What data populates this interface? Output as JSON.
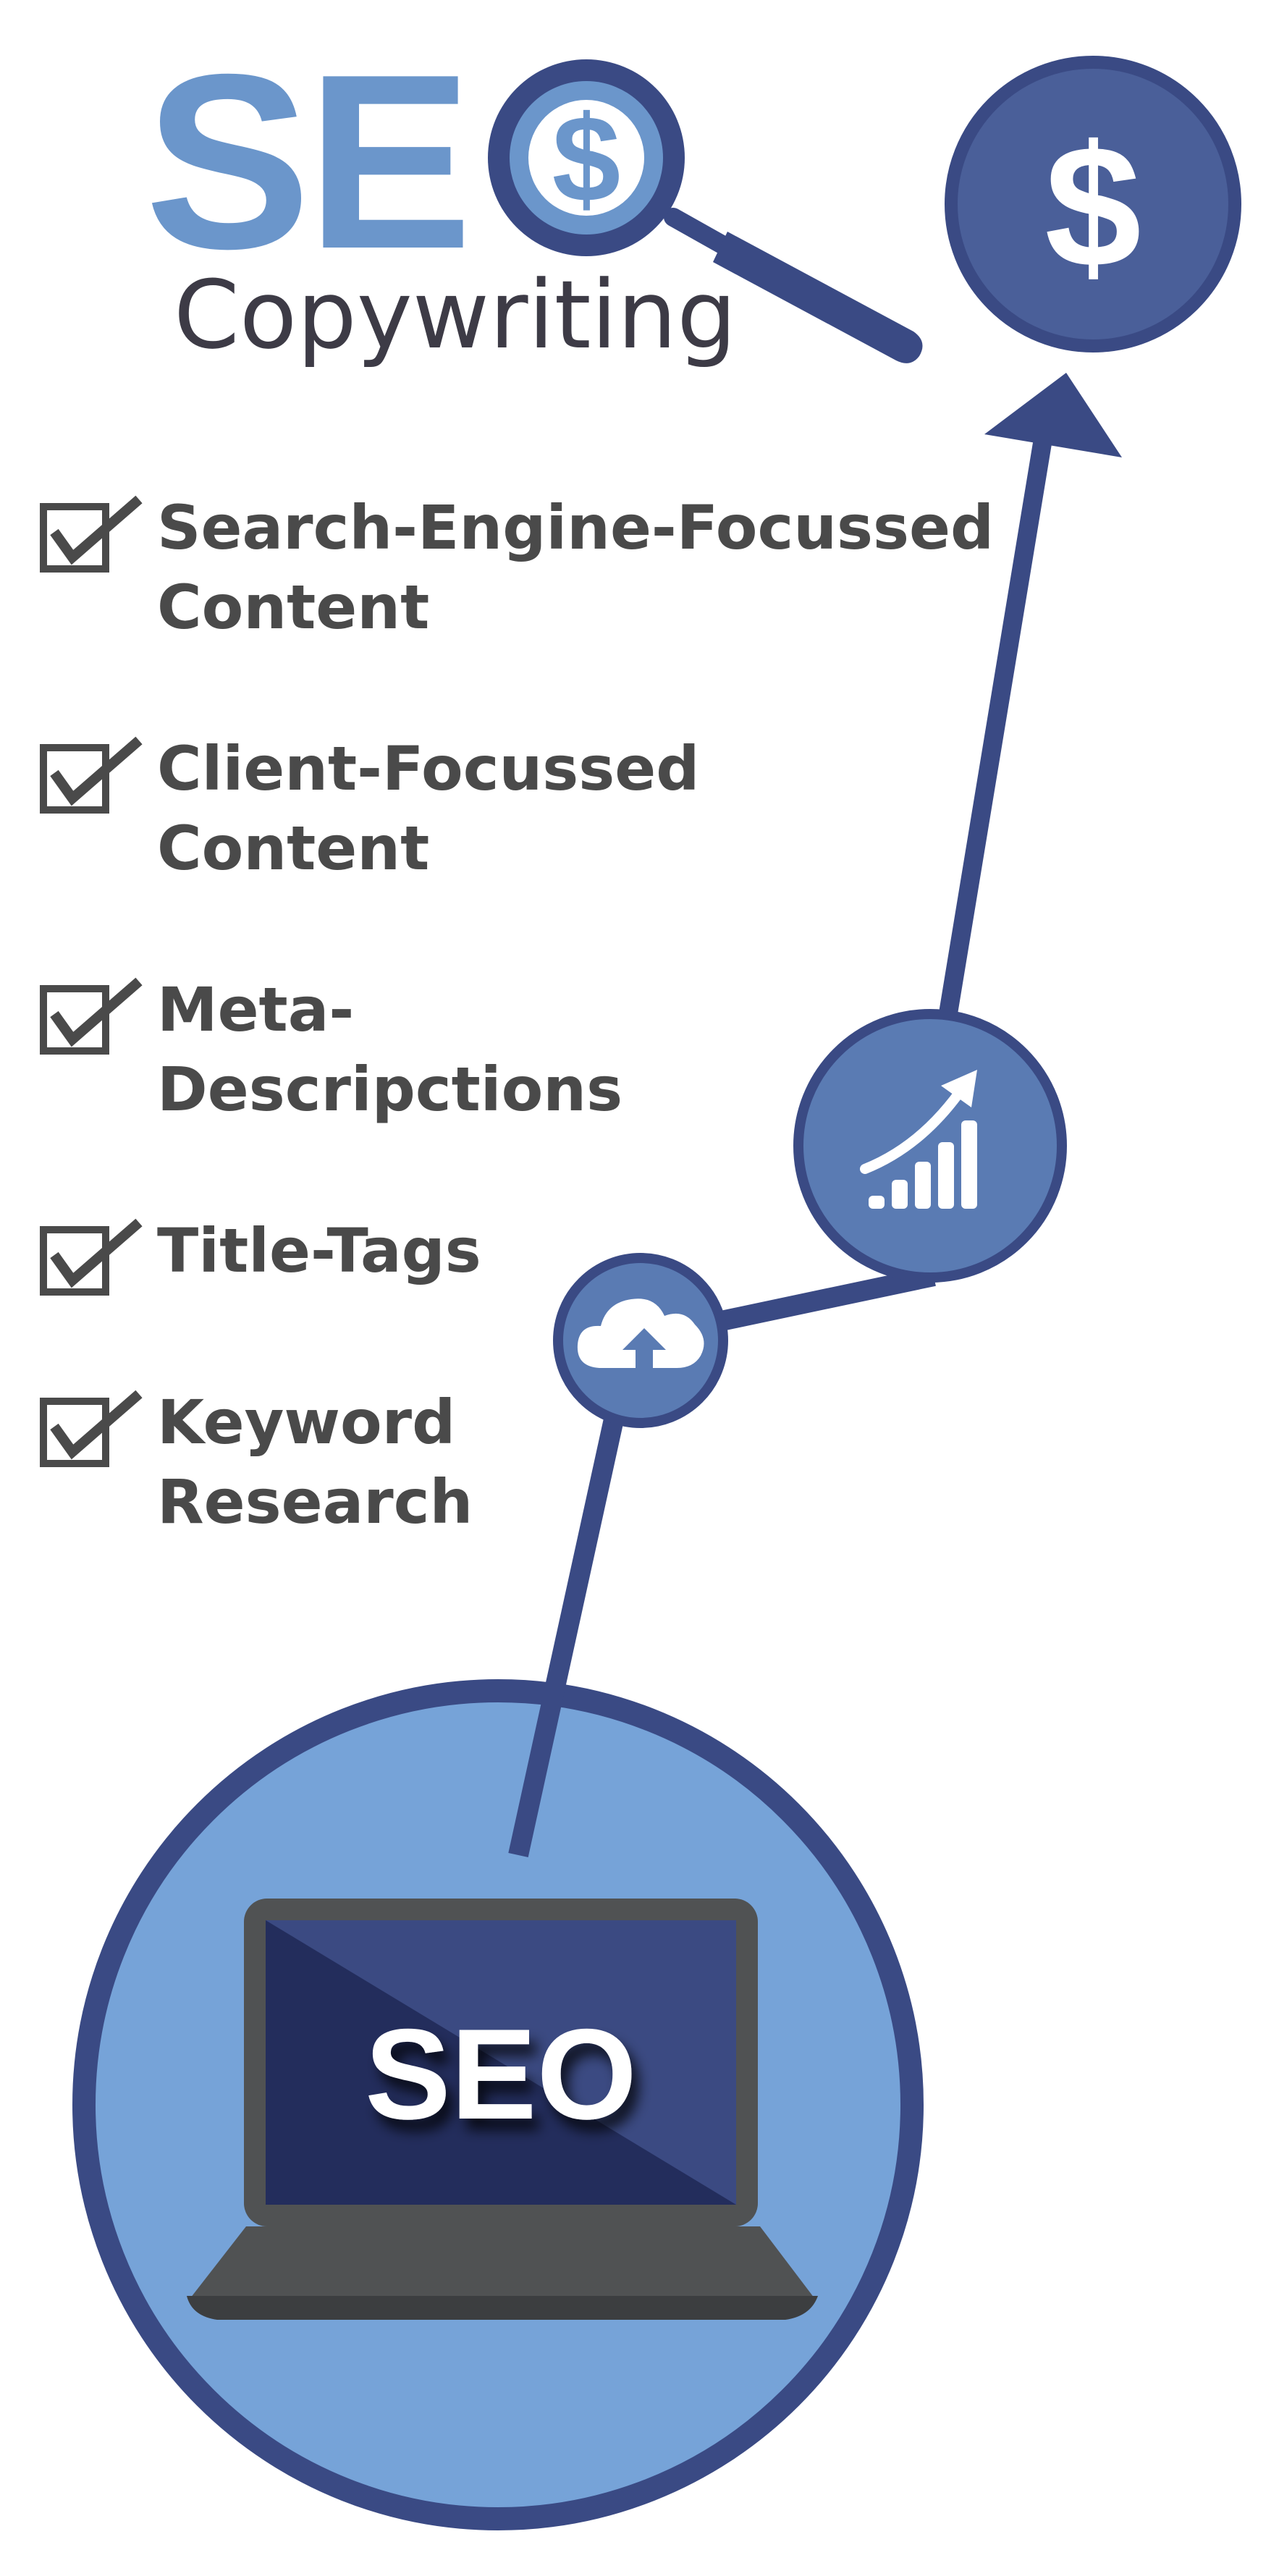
{
  "title": {
    "seo_letters": "SE",
    "subtitle": "Copywriting"
  },
  "checklist": [
    {
      "lines": [
        "Search-Engine-Focussed",
        "Content"
      ]
    },
    {
      "lines": [
        "Client-Focussed",
        "Content"
      ]
    },
    {
      "lines": [
        "Meta-",
        "Descripctions"
      ]
    },
    {
      "lines": [
        "Title-Tags"
      ]
    },
    {
      "lines": [
        "Keyword",
        "Research"
      ]
    }
  ],
  "magnifier": {
    "symbol": "$"
  },
  "goal": {
    "symbol": "$"
  },
  "laptop": {
    "screen_text": "SEO"
  },
  "nodes": {
    "cloud_icon": "cloud-upload-icon",
    "growth_icon": "growth-chart-icon",
    "check_icon": "checkbox-checked-icon"
  },
  "colors": {
    "navy": "#3A4A84",
    "blue_medium": "#5A7BB3",
    "blue_light": "#76A3D8",
    "title_blue": "#6B96CB",
    "text_dark": "#3D3B46",
    "text_grey": "#4A4A4A",
    "laptop_body": "#505253",
    "screen_dark": "#232D5C",
    "screen_light": "#3B4A82"
  }
}
